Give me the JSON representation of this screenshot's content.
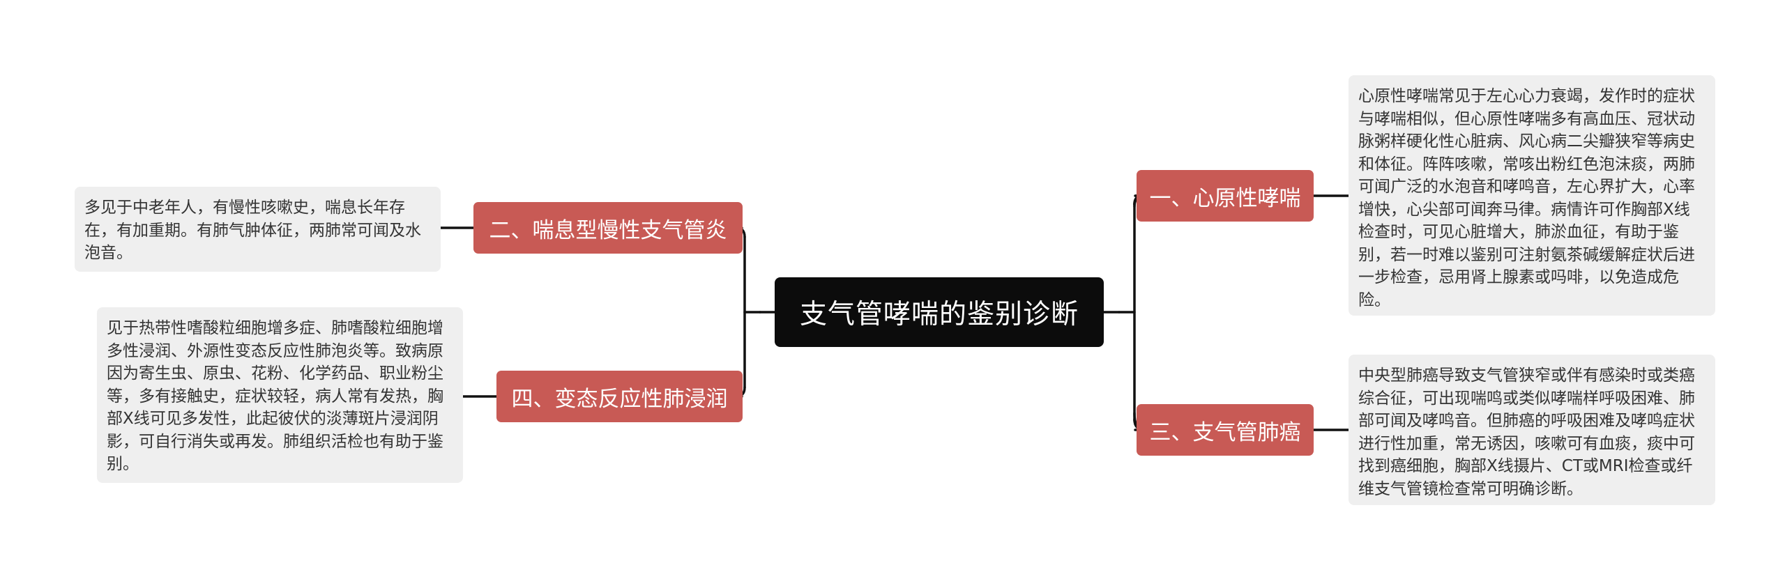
{
  "center": {
    "title": "支气管哮喘的鉴别诊断"
  },
  "branches": [
    {
      "label": "一、心原性哮喘",
      "note": "心原性哮喘常见于左心心力衰竭，发作时的症状与哮喘相似，但心原性哮喘多有高血压、冠状动脉粥样硬化性心脏病、风心病二尖瓣狭窄等病史和体征。阵阵咳嗽，常咳出粉红色泡沫痰，两肺可闻广泛的水泡音和哮鸣音，左心界扩大，心率增快，心尖部可闻奔马律。病情许可作胸部X线检查时，可见心脏增大，肺淤血征，有助于鉴别，若一时难以鉴别可注射氨茶碱缓解症状后进一步检查，忌用肾上腺素或吗啡，以免造成危险。"
    },
    {
      "label": "二、喘息型慢性支气管炎",
      "note": "多见于中老年人，有慢性咳嗽史，喘息长年存在，有加重期。有肺气肿体征，两肺常可闻及水泡音。"
    },
    {
      "label": "三、支气管肺癌",
      "note": "中央型肺癌导致支气管狭窄或伴有感染时或类癌综合征，可出现喘鸣或类似哮喘样呼吸困难、肺部可闻及哮鸣音。但肺癌的呼吸困难及哮鸣症状进行性加重，常无诱因，咳嗽可有血痰，痰中可找到癌细胞，胸部X线摄片、CT或MRI检查或纤维支气管镜检查常可明确诊断。"
    },
    {
      "label": "四、变态反应性肺浸润",
      "note": "见于热带性嗜酸粒细胞增多症、肺嗜酸粒细胞增多性浸润、外源性变态反应性肺泡炎等。致病原因为寄生虫、原虫、花粉、化学药品、职业粉尘等，多有接触史，症状较轻，病人常有发热，胸部X线可见多发性，此起彼伏的淡薄斑片浸润阴影，可自行消失或再发。肺组织活检也有助于鉴别。"
    }
  ],
  "colors": {
    "center": "#0c0c0c",
    "branch": "#c85a55",
    "note": "#efefef",
    "line": "#111111"
  }
}
